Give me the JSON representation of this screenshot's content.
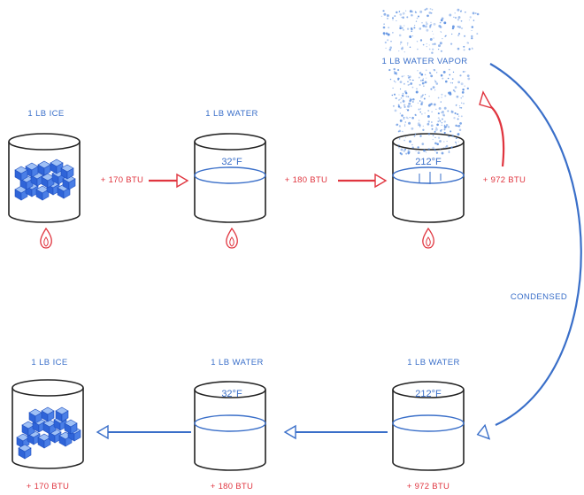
{
  "colors": {
    "blue": "#3a6fc9",
    "red": "#e0353f",
    "ink": "#222222",
    "ice": "#2f64d8"
  },
  "top_row": {
    "ice_label": "1 LB ICE",
    "water_label": "1 LB WATER",
    "water_temp": "32°F",
    "boiling_temp": "212°F",
    "vapor_label": "1 LB WATER VAPOR",
    "melt_energy": "+ 170 BTU",
    "heat_energy": "+ 180 BTU",
    "vaporize_energy": "+ 972 BTU"
  },
  "condensed_label": "CONDENSED",
  "bottom_row": {
    "ice_label": "1 LB ICE",
    "water_cold_label": "1 LB WATER",
    "water_hot_label": "1 LB WATER",
    "water_cold_temp": "32°F",
    "water_hot_temp": "212°F",
    "freeze_energy": "+ 170 BTU",
    "cool_energy": "+ 180 BTU",
    "condense_energy": "+ 972 BTU"
  },
  "icons": {
    "flame": "flame-icon",
    "ice": "ice-cubes-icon",
    "vapor": "steam-icon"
  }
}
